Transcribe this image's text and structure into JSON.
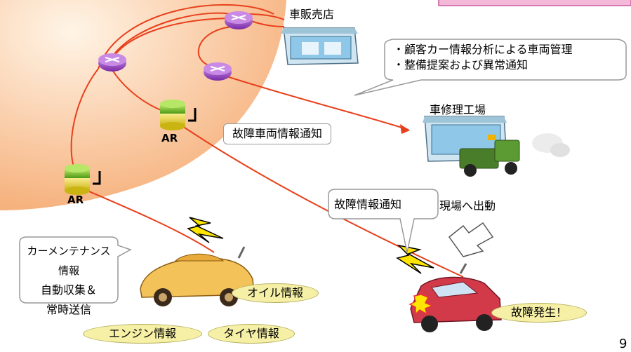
{
  "nodes": {
    "car_dealer": "車販売店",
    "repair_shop": "車修理工場",
    "ar_upper": "AR",
    "ar_lower": "AR"
  },
  "labels": {
    "breakdown_notice": "故障車両情報通知",
    "dispatch": "現場へ出動",
    "failure_info": "故障情報通知",
    "failure_occurred": "故障発生！",
    "oil_info": "オイル情報",
    "engine_info": "エンジン情報",
    "tire_info": "タイヤ情報"
  },
  "callouts": {
    "management": [
      "・顧客カー情報分析による車両管理",
      "・整備提案および異常通知"
    ],
    "maintenance": [
      "カーメンテナンス情報",
      "自動収集＆",
      "常時送信"
    ]
  },
  "page_number": "9",
  "colors": {
    "network_cloud": "#f9c79c",
    "link_line": "#e8401c",
    "router_purple": "#9b3fc4",
    "ar_green": "#6fc02a",
    "ar_yellow": "#e8d92a",
    "header_bar": "#f4b8d8"
  }
}
